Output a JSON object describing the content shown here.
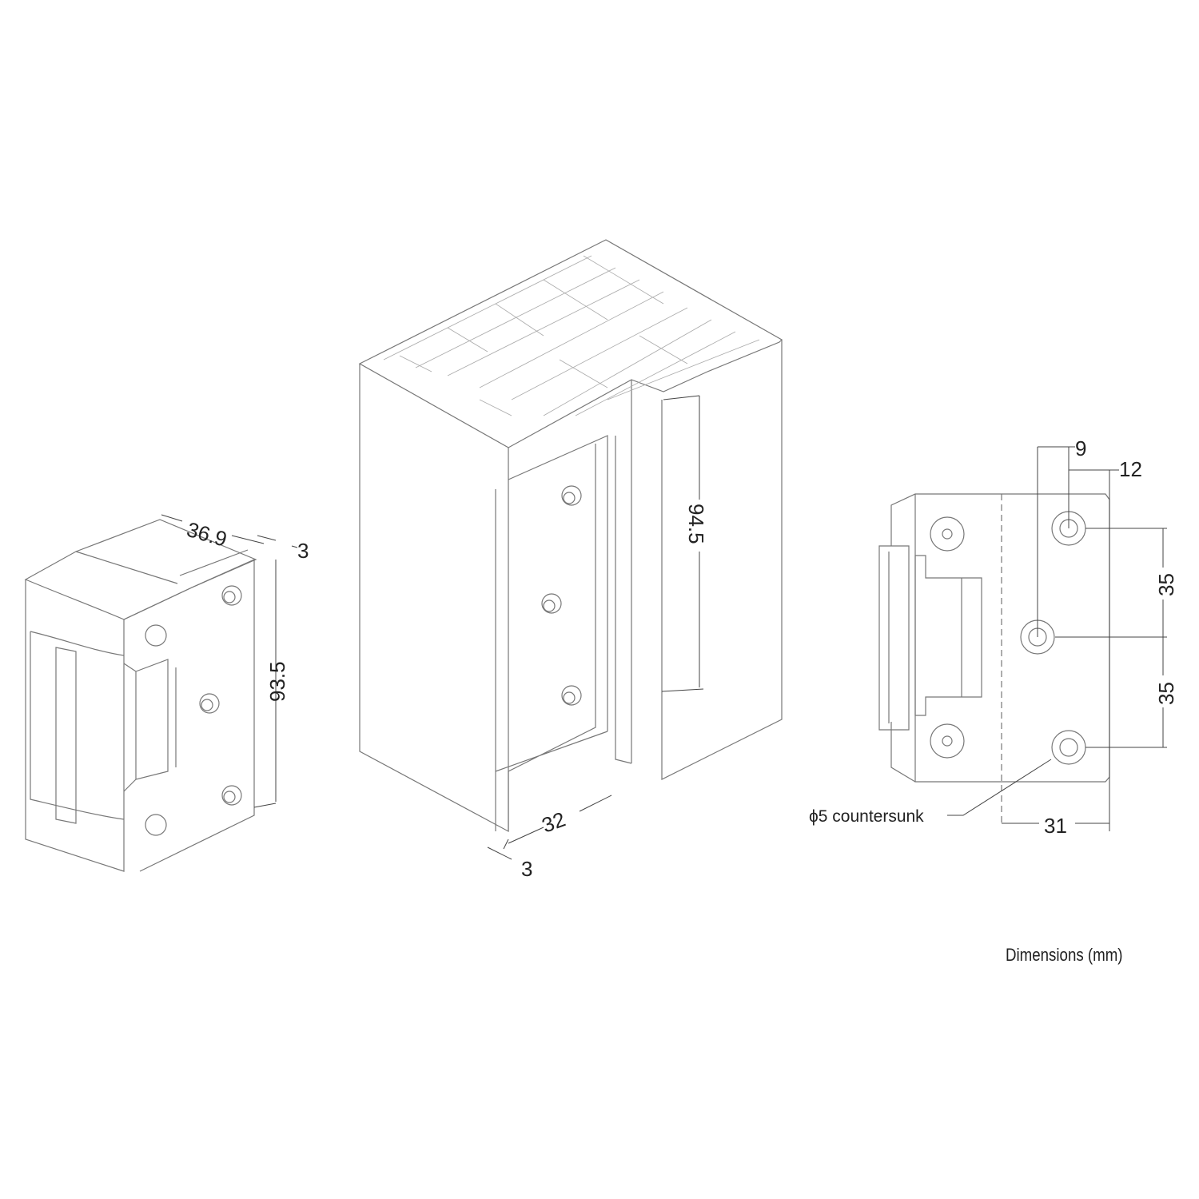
{
  "left_view": {
    "dim_depth": "36.9",
    "dim_plate": "3",
    "dim_height": "93.5"
  },
  "center_view": {
    "dim_height": "94.5",
    "dim_width": "32",
    "dim_plate": "3"
  },
  "right_view": {
    "dim_9": "9",
    "dim_12": "12",
    "dim_35_top": "35",
    "dim_35_bottom": "35",
    "dim_31": "31",
    "hole_note": "ϕ5 countersunk"
  },
  "units_note": "Dimensions (mm)"
}
